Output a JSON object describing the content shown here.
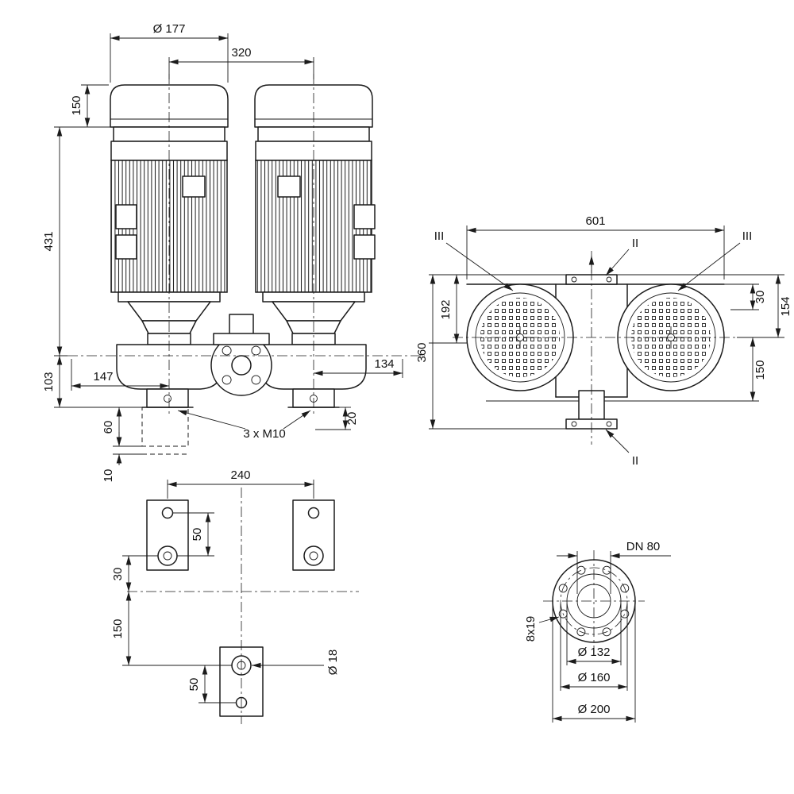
{
  "drawing": {
    "background": "#ffffff",
    "line_color": "#1b1b1b",
    "type": "pump-dimensional-drawing"
  },
  "front_view": {
    "motor_diameter": "Ø 177",
    "motor_spacing": "320",
    "height_top": "150",
    "height_main": "431",
    "height_base": "103",
    "offset_left": "147",
    "offset_right": "134",
    "foot_height": "60",
    "grout_thickness": "10",
    "foot_offset": "20",
    "anchor_bolts": "3 x M10"
  },
  "side_view": {
    "overall_width": "601",
    "overall_depth": "360",
    "upper_depth": "192",
    "flange_offset": "30",
    "axis_depth": "154",
    "lower_depth": "150",
    "section_iii": "III",
    "section_ii": "II"
  },
  "foundation_view": {
    "bolt_spacing": "240",
    "hole_offset_top": "50",
    "axis_offset": "30",
    "lower_offset": "150",
    "hole_offset_bottom": "50",
    "hole_diameter": "Ø 18"
  },
  "flange_view": {
    "nominal_diameter": "DN 80",
    "bolt_holes": "8x19",
    "raised_face_diameter": "Ø 132",
    "bolt_circle_diameter": "Ø 160",
    "outer_diameter": "Ø 200"
  }
}
